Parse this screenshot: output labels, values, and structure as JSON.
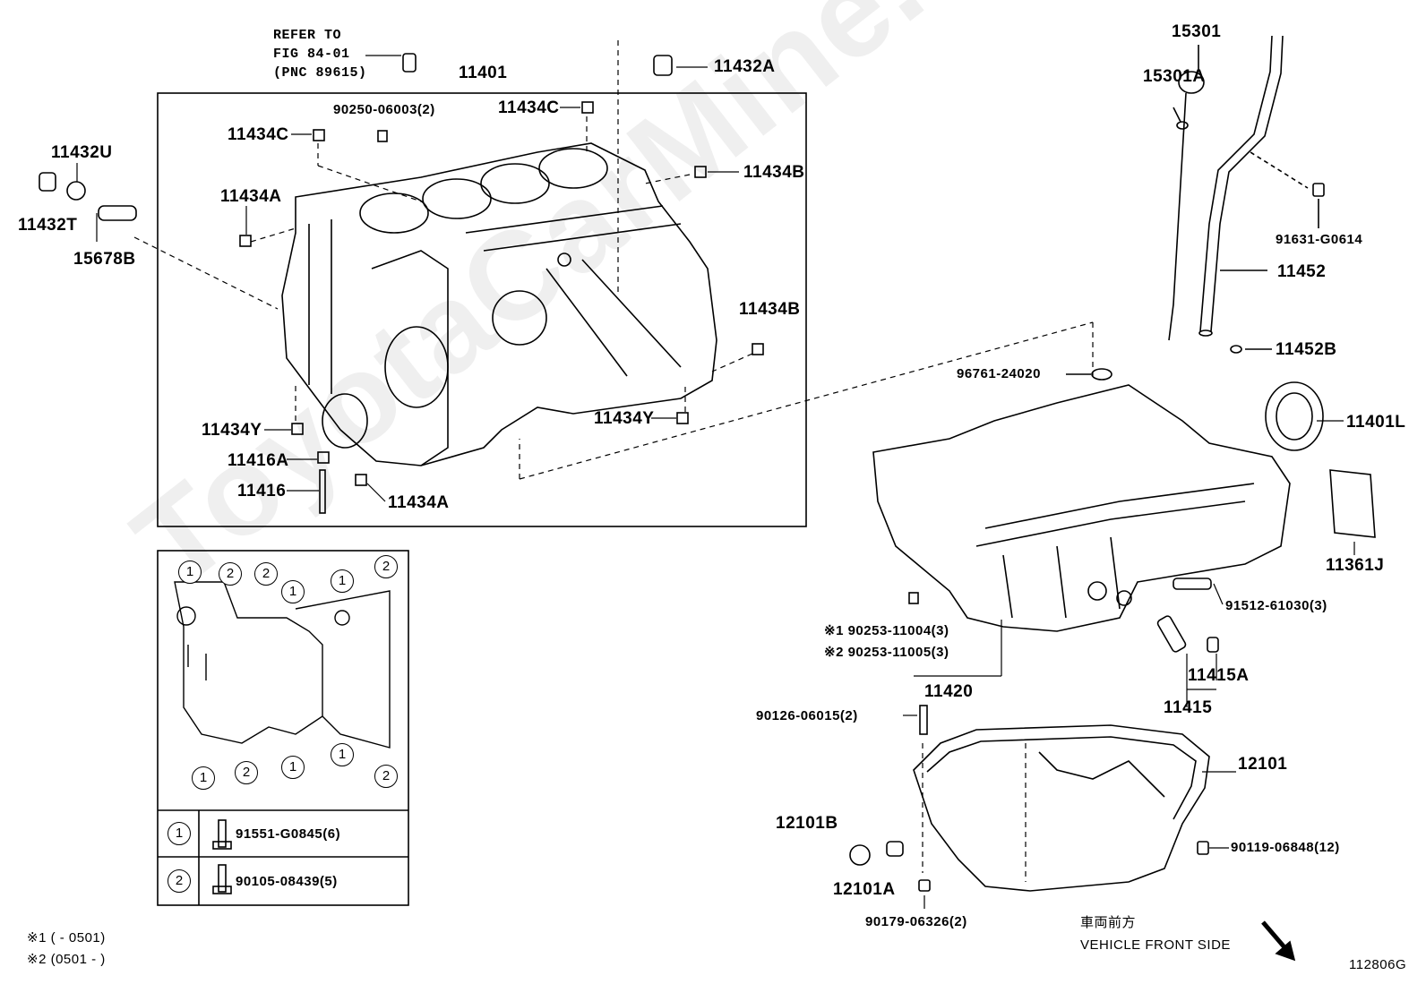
{
  "watermark": "ToyotaCarMine.ru",
  "diagram_id": "112806G",
  "refer_note": {
    "line1": "REFER TO",
    "line2": "FIG 84-01",
    "line3": "(PNC 89615)"
  },
  "block_labels": {
    "p11401": "11401",
    "p11432A": "11432A",
    "p90250": "90250-06003(2)",
    "p11434C_left": "11434C",
    "p11434C_right": "11434C",
    "p11434B_top": "11434B",
    "p11434A_top": "11434A",
    "p11434B_mid": "11434B",
    "p11434Y_left": "11434Y",
    "p11434Y_right": "11434Y",
    "p11416A": "11416A",
    "p11416": "11416",
    "p11434A_bottom": "11434A",
    "p11432U": "11432U",
    "p11432T": "11432T",
    "p15678B": "15678B"
  },
  "dipstick_labels": {
    "p15301": "15301",
    "p15301A": "15301A",
    "p91631": "91631-G0614",
    "p11452": "11452",
    "p11452B": "11452B"
  },
  "pan_labels": {
    "p96761": "96761-24020",
    "p11401L": "11401L",
    "p11361J": "11361J",
    "p91512": "91512-61030(3)",
    "p90253_1": "※1 90253-11004(3)",
    "p90253_2": "※2 90253-11005(3)",
    "p11420": "11420",
    "p11415A": "11415A",
    "p11415": "11415",
    "p90126": "90126-06015(2)",
    "p12101": "12101",
    "p12101B": "12101B",
    "p12101A": "12101A",
    "p90119": "90119-06848(12)",
    "p90179": "90179-06326(2)"
  },
  "bolt_legend": [
    {
      "mark": "1",
      "part": "91551-G0845(6)"
    },
    {
      "mark": "2",
      "part": "90105-08439(5)"
    }
  ],
  "bolt_pattern_marks": [
    "1",
    "2",
    "2",
    "1",
    "1",
    "2",
    "1",
    "2",
    "1",
    "1",
    "2"
  ],
  "footnotes": {
    "n1": "※1 (        - 0501)",
    "n2": "※2 (0501 -        )"
  },
  "direction": {
    "jp": "車両前方",
    "en": "VEHICLE FRONT SIDE"
  }
}
